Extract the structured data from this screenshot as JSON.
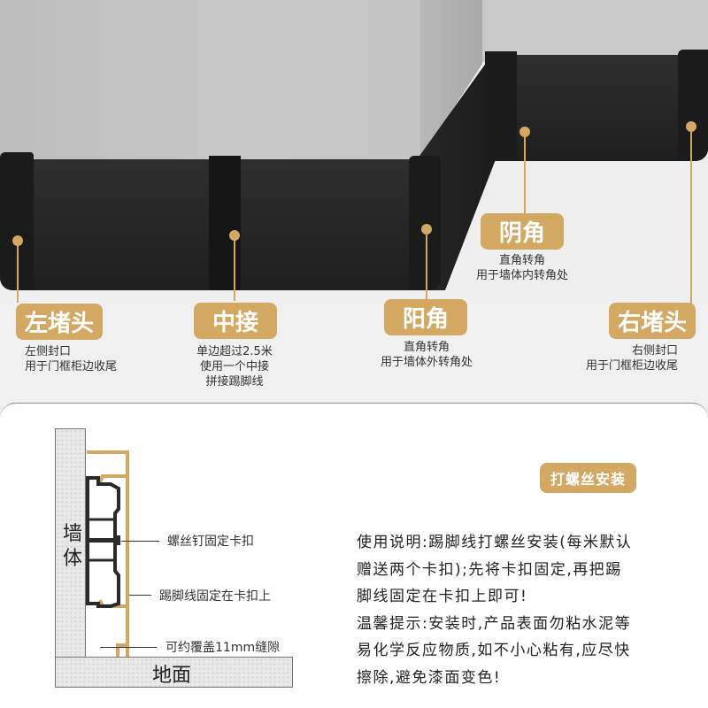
{
  "colors": {
    "accent": "#d3a862",
    "board": "#242424",
    "text": "#333333"
  },
  "parts": [
    {
      "label": "左堵头",
      "desc": [
        "左侧封口",
        "用于门框柜边收尾"
      ]
    },
    {
      "label": "中接",
      "desc": [
        "单边超过2.5米",
        "使用一个中接",
        "拼接踢脚线"
      ]
    },
    {
      "label": "阳角",
      "desc": [
        "直角转角",
        "用于墙体外转角处"
      ]
    },
    {
      "label": "阴角",
      "desc": [
        "直角转角",
        "用于墙体内转角处"
      ]
    },
    {
      "label": "右堵头",
      "desc": [
        "右侧封口",
        "用于门框柜边收尾"
      ]
    }
  ],
  "diagram": {
    "wall_label": "墙体",
    "floor_label": "地面",
    "callouts": [
      "螺丝钉固定卡扣",
      "踢脚线固定在卡扣上",
      "可约覆盖11mm缝隙"
    ]
  },
  "install": {
    "badge": "打螺丝安装",
    "lines": [
      "使用说明:踢脚线打螺丝安装(每米默认",
      "赠送两个卡扣);先将卡扣固定,再把踢",
      "脚线固定在卡扣上即可!",
      "温馨提示:安装时,产品表面勿粘水泥等",
      "易化学反应物质,如不小心粘有,应尽快",
      "擦除,避免漆面变色!"
    ]
  }
}
